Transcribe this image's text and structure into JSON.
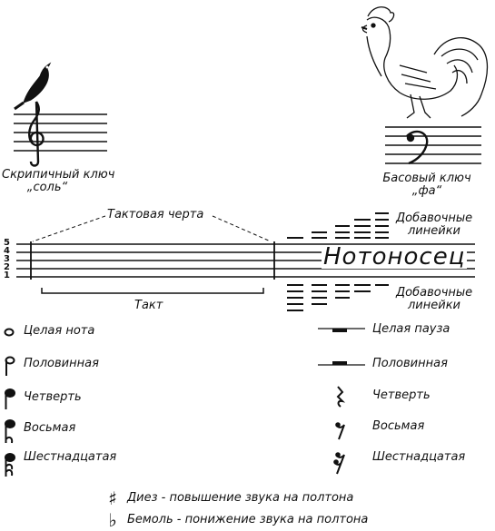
{
  "clefs": {
    "treble": {
      "name": "Скрипичный ключ",
      "sub": "„соль“"
    },
    "bass": {
      "name": "Басовый ключ",
      "sub": "„фа“"
    }
  },
  "staff": {
    "line_numbers": [
      "5",
      "4",
      "3",
      "2",
      "1"
    ],
    "barline_label": "Тактовая черта",
    "measure_label": "Такт",
    "staff_word": "Нотоносец",
    "ledger_above": "Добавочные линейки",
    "ledger_below": "Добавочные линейки"
  },
  "notes": [
    {
      "label": "Целая нота",
      "icon": "whole-note-icon"
    },
    {
      "label": "Половинная",
      "icon": "half-note-icon"
    },
    {
      "label": "Четверть",
      "icon": "quarter-note-icon"
    },
    {
      "label": "Восьмая",
      "icon": "eighth-note-icon"
    },
    {
      "label": "Шестнадцатая",
      "icon": "sixteenth-note-icon"
    }
  ],
  "rests": [
    {
      "label": "Целая пауза",
      "icon": "whole-rest-icon"
    },
    {
      "label": "Половинная",
      "icon": "half-rest-icon"
    },
    {
      "label": "Четверть",
      "icon": "quarter-rest-icon"
    },
    {
      "label": "Восьмая",
      "icon": "eighth-rest-icon"
    },
    {
      "label": "Шестнадцатая",
      "icon": "sixteenth-rest-icon"
    }
  ],
  "accidentals": [
    {
      "symbol": "♯",
      "text": "Диез - повышение звука на полтона",
      "icon": "sharp-icon"
    },
    {
      "symbol": "♭",
      "text": "Бемоль - понижение звука на полтона",
      "icon": "flat-icon"
    }
  ]
}
